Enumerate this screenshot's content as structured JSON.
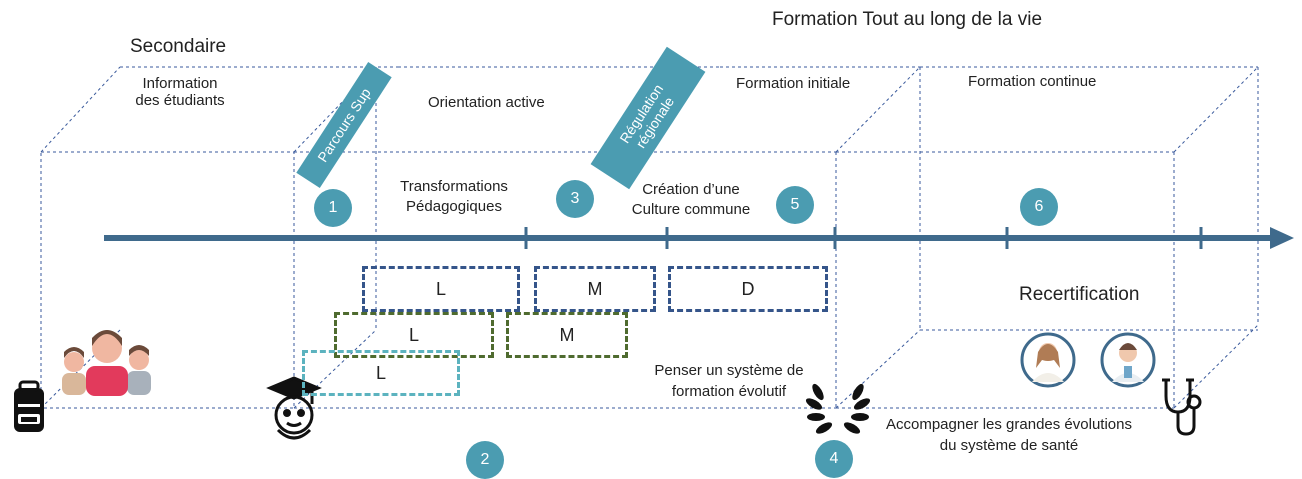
{
  "titles": {
    "secondaire": "Secondaire",
    "formation_tout": "Formation Tout au long de la vie"
  },
  "labels": {
    "info_etudiants": "Information\ndes étudiants",
    "orientation_active": "Orientation active",
    "formation_initiale": "Formation initiale",
    "formation_continue": "Formation continue",
    "transformations": "Transformations\nPédagogiques",
    "creation_culture": "Création d’une\nCulture commune",
    "recertification": "Recertification",
    "penser_systeme": "Penser un système de\nformation évolutif",
    "accompagner": "Accompagner les grandes évolutions\ndu système de santé"
  },
  "ribbons": {
    "parcours_sup": "Parcours Sup",
    "regulation": "Régulation\nrégionale"
  },
  "steps": [
    "1",
    "2",
    "3",
    "4",
    "5",
    "6"
  ],
  "boxes": {
    "row1": [
      "L",
      "M",
      "D"
    ],
    "row2": [
      "L",
      "M"
    ],
    "row3": [
      "L"
    ]
  },
  "icons": [
    "backpack-icon",
    "family-icon",
    "graduate-icon",
    "laurel-icon",
    "stethoscope-icon",
    "nurse-avatar-icon",
    "doctor-avatar-icon"
  ],
  "colors": {
    "timeline": "#3f6a8c",
    "step_circle": "#4b9cb1",
    "box_navy": "#35558a",
    "box_green": "#4f6b2f",
    "box_light": "#5cb3bf",
    "dashed_lines": "#3a5a9c"
  }
}
